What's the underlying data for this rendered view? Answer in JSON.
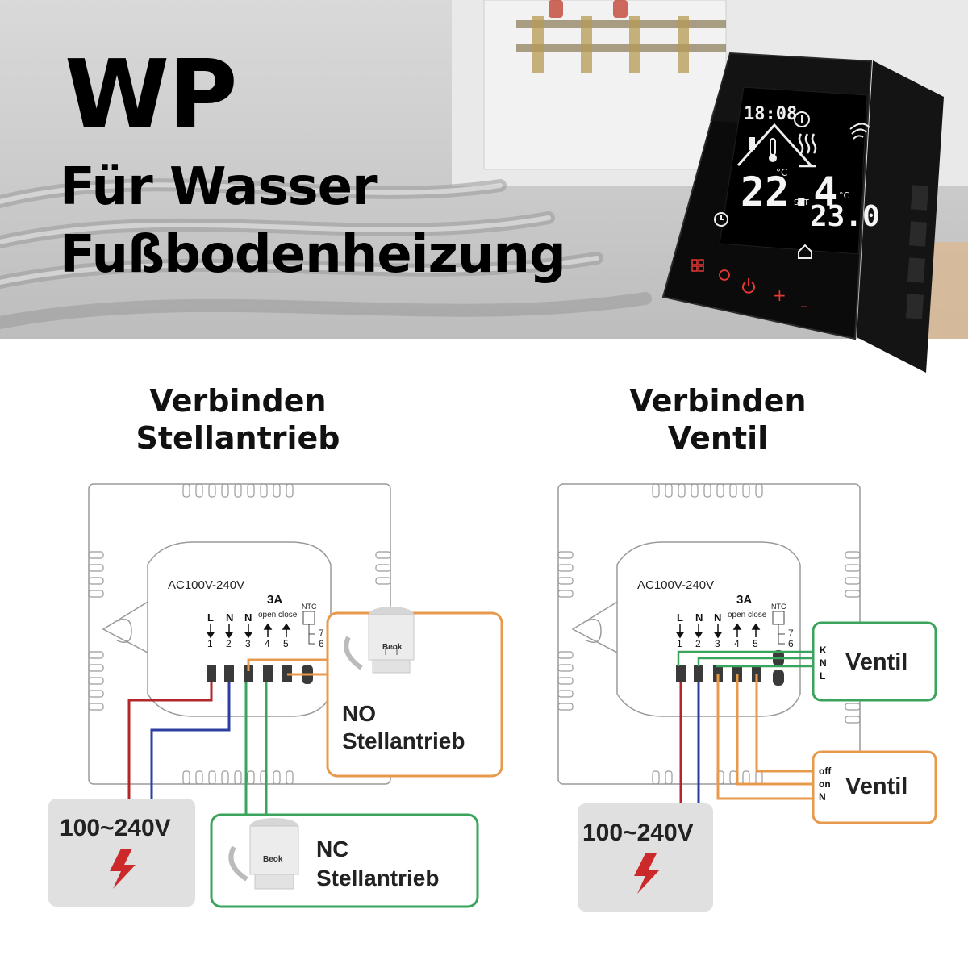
{
  "header": {
    "title": "WP",
    "subtitle_line1": "Für Wasser",
    "subtitle_line2": "Fußbodenheizung"
  },
  "thermostat": {
    "clock": "18:08",
    "room_temp": "22.4",
    "set_label": "SET",
    "set_temp": "23.0",
    "unit": "°C",
    "plus": "+",
    "minus": "–"
  },
  "diagram_left": {
    "title_line1": "Verbinden",
    "title_line2": "Stellantrieb",
    "voltage_range": "AC100V-240V",
    "current": "3A",
    "terminal_letters": [
      "L",
      "N",
      "N",
      "",
      ""
    ],
    "terminal_numbers": [
      "1",
      "2",
      "3",
      "4",
      "5"
    ],
    "open_close": "open close",
    "ntc": "NTC",
    "ntc_pins": [
      "7",
      "6"
    ],
    "no_box_line1": "NO",
    "no_box_line2": "Stellantrieb",
    "nc_box_line1": "NC",
    "nc_box_line2": "Stellantrieb",
    "actuator_brand": "Beok",
    "power_label": "100~240V"
  },
  "diagram_right": {
    "title_line1": "Verbinden",
    "title_line2": "Ventil",
    "voltage_range": "AC100V-240V",
    "current": "3A",
    "terminal_letters": [
      "L",
      "N",
      "N",
      "",
      ""
    ],
    "terminal_numbers": [
      "1",
      "2",
      "3",
      "4",
      "5"
    ],
    "open_close": "open close",
    "ntc": "NTC",
    "ntc_pins": [
      "7",
      "6"
    ],
    "valve1_pins": [
      "K",
      "N",
      "L"
    ],
    "valve1_label": "Ventil",
    "valve2_pins": [
      "off",
      "on",
      "N"
    ],
    "valve2_label": "Ventil",
    "power_label": "100~240V"
  },
  "colors": {
    "live": "#b3262a",
    "neutral": "#2c3fa0",
    "green": "#3aa35c",
    "orange": "#e89a4c",
    "power_bg": "#e0e0e0",
    "bolt": "#cc2a2a",
    "led": "#e53935"
  }
}
